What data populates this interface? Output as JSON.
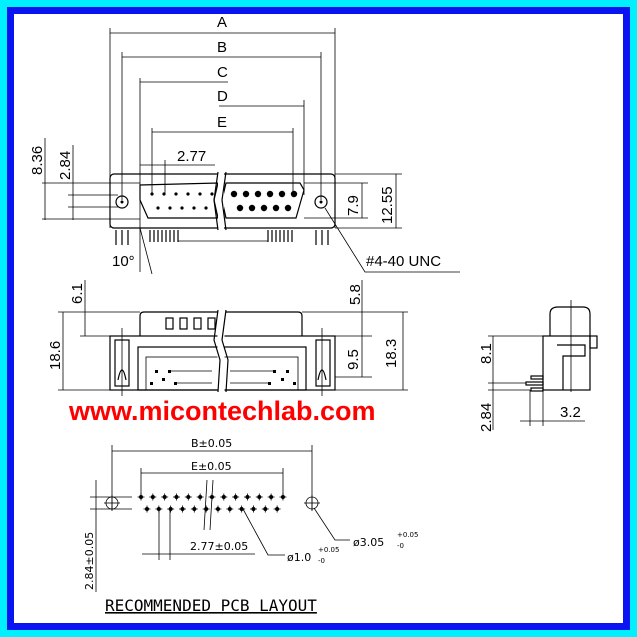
{
  "colors": {
    "outer_border": "#00f0ff",
    "inner_border": "#0a14f0",
    "watermark": "#ff0000"
  },
  "front_view": {
    "dims": {
      "A": "A",
      "B": "B",
      "C": "C",
      "D": "D",
      "E": "E",
      "pitch": "2.77",
      "h1": "8.36",
      "h2": "2.84",
      "h3": "7.9",
      "h4": "12.55",
      "angle": "10°",
      "screw": "#4-40 UNC"
    }
  },
  "side_view": {
    "dims": {
      "d1": "6.1",
      "d2": "18.6",
      "d3": "5.8",
      "d4": "9.5",
      "d5": "18.3"
    }
  },
  "end_view": {
    "dims": {
      "d1": "8.1",
      "d2": "2.84",
      "d3": "3.2"
    }
  },
  "watermark": "www.micontechlab.com",
  "pcb_layout": {
    "title": "RECOMMENDED PCB LAYOUT",
    "dim_b": "B±0.05",
    "dim_e": "E±0.05",
    "dim_row": "2.84±0.05",
    "dim_pitch": "2.77±0.05",
    "pin_hole": "ø1.0",
    "pin_tol_plus": "+0.05",
    "pin_tol_minus": "-0",
    "mount_hole": "ø3.05",
    "mount_tol_plus": "+0.05",
    "mount_tol_minus": "-0"
  }
}
